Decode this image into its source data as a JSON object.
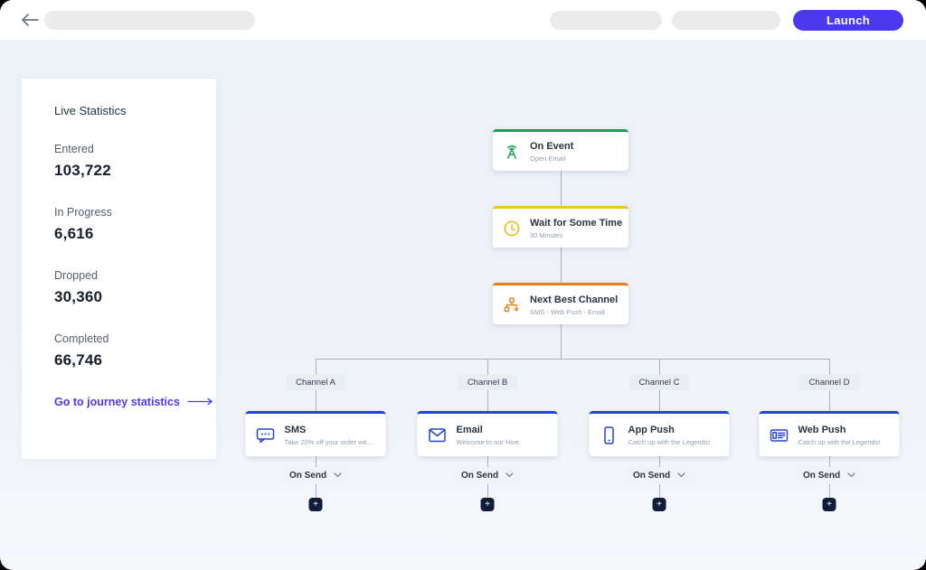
{
  "topbar": {
    "launch_label": "Launch",
    "launch_color": "#4b39f0"
  },
  "stats": {
    "title": "Live Statistics",
    "items": [
      {
        "label": "Entered",
        "value": "103,722"
      },
      {
        "label": "In Progress",
        "value": "6,616"
      },
      {
        "label": "Dropped",
        "value": "30,360"
      },
      {
        "label": "Completed",
        "value": "66,746"
      }
    ],
    "link_label": "Go to journey statistics",
    "link_color": "#4b39f0"
  },
  "flow": {
    "chain": [
      {
        "title": "On Event",
        "subtitle": "Open Email",
        "accent": "#1e9e57",
        "icon": "antenna-icon"
      },
      {
        "title": "Wait for Some Time",
        "subtitle": "30 Minutes",
        "accent": "#f3c41b",
        "icon": "clock-icon"
      },
      {
        "title": "Next Best Channel",
        "subtitle": "SMS - Web Push - Email",
        "accent": "#e0811c",
        "icon": "hierarchy-icon"
      }
    ],
    "branches": [
      {
        "channel": "Channel A",
        "title": "SMS",
        "subtitle": "Take 20% off your order with code ...",
        "accent": "#2443ce",
        "icon": "sms-icon",
        "action": "On Send"
      },
      {
        "channel": "Channel B",
        "title": "Email",
        "subtitle": "Welcome to our Hive.",
        "accent": "#2443ce",
        "icon": "email-icon",
        "action": "On Send"
      },
      {
        "channel": "Channel C",
        "title": "App Push",
        "subtitle": "Catch up with the Legends!",
        "accent": "#2443ce",
        "icon": "app-push-icon",
        "action": "On Send"
      },
      {
        "channel": "Channel D",
        "title": "Web Push",
        "subtitle": "Catch up with the Legends!",
        "accent": "#2443ce",
        "icon": "web-push-icon",
        "action": "On Send"
      }
    ],
    "add_button_label": "+"
  }
}
